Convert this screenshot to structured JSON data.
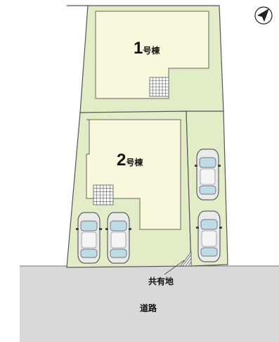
{
  "site_plan": {
    "buildings": [
      {
        "number": "1",
        "suffix": "号棟"
      },
      {
        "number": "2",
        "suffix": "号棟"
      }
    ],
    "shared_land_label": "共有地",
    "road_label": "道路",
    "parking_spaces": 4,
    "colors": {
      "lot": "#e2ecc7",
      "building": "#faf8dc",
      "road": "#d9d9d9",
      "outline": "#555555",
      "car_body": "#eaeaea",
      "car_glass": "#bfdbe6"
    },
    "icons": [
      "compass-icon",
      "car-icon",
      "entrance-grid-icon"
    ]
  }
}
